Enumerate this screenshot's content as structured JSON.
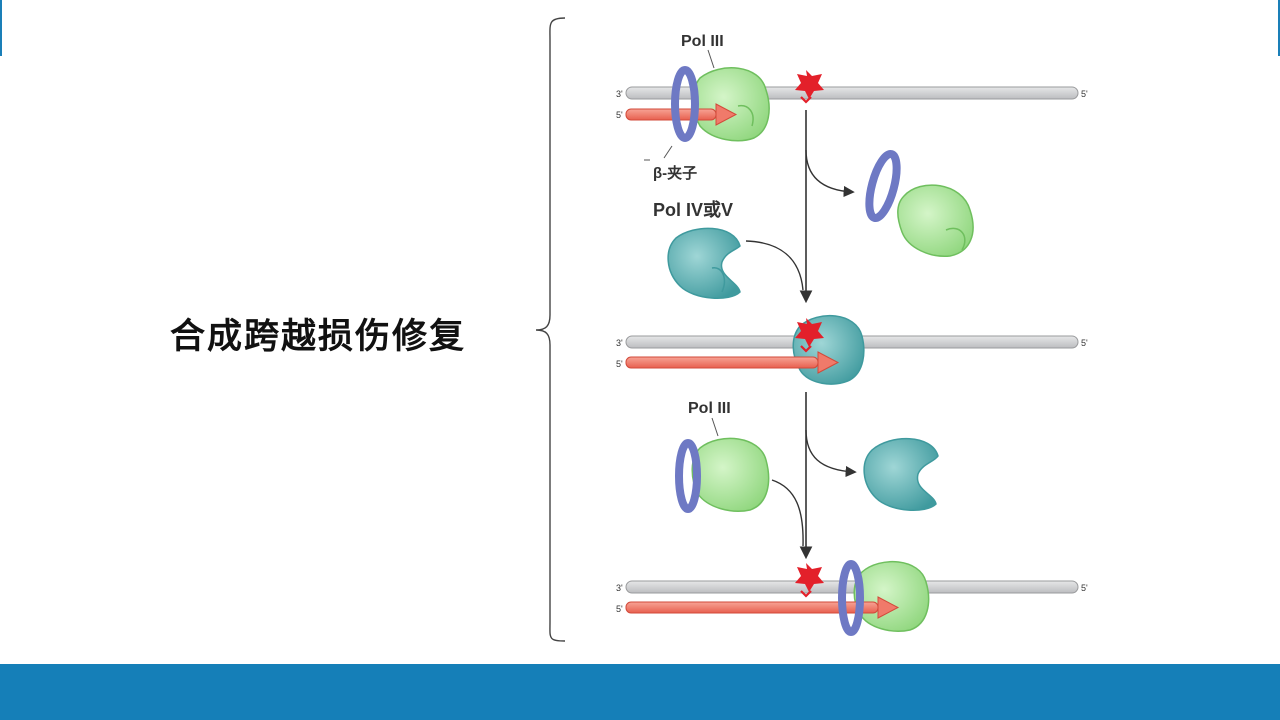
{
  "slide": {
    "title": "合成跨越损伤修复",
    "accent_color": "#157fb8"
  },
  "diagram": {
    "label_pol3_top": "Pol III",
    "label_clamp": "β-夹子",
    "label_pol45": "Pol IV或V",
    "label_pol3_mid": "Pol III",
    "strand_top_end_left": "3'",
    "strand_bottom_end_left": "5'",
    "strand_top_end_right": "5'",
    "colors": {
      "template_strand": "#cfd0d2",
      "primer_strand": "#f07a6a",
      "lesion": "#e3202a",
      "beta_clamp": "#6e79c4",
      "pol3": "#a9e39a",
      "pol45": "#5fb0b3"
    }
  }
}
